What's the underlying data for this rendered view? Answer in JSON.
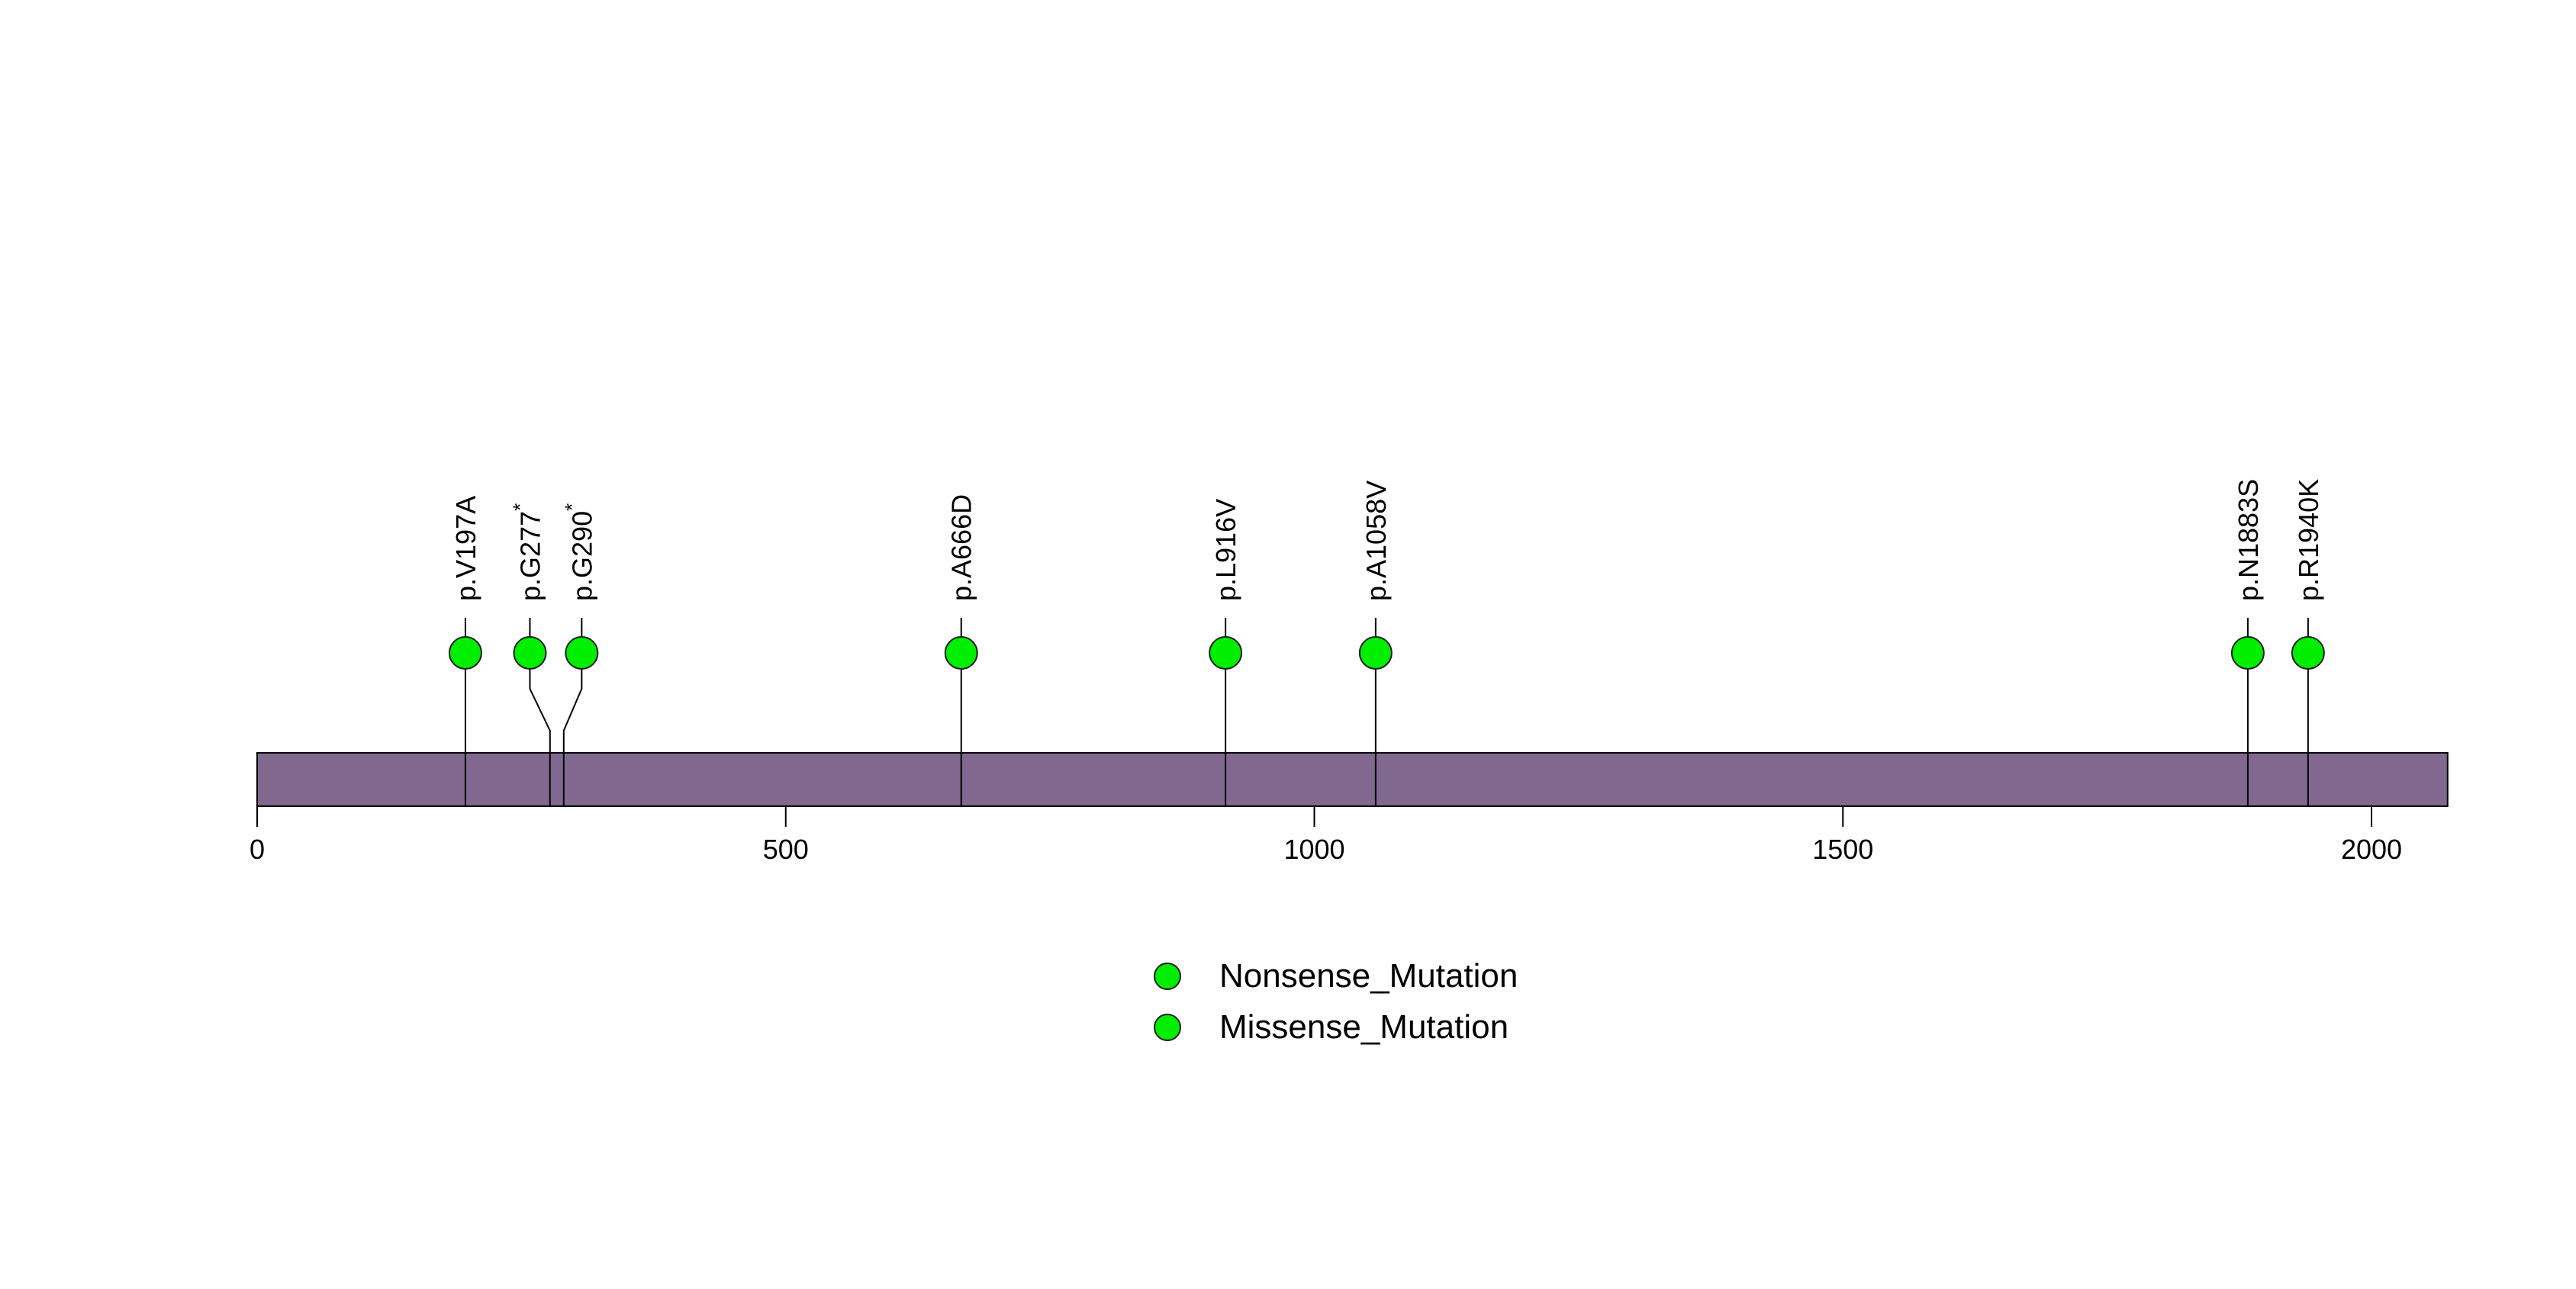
{
  "chart_data": {
    "type": "lollipop",
    "description": "Protein mutation lollipop plot with mutations marked on a protein backbone",
    "axis": {
      "ticks": [
        0,
        500,
        1000,
        1500,
        2000
      ],
      "xlim": [
        0,
        2072
      ],
      "grid": "off"
    },
    "protein_bar": {
      "start": 0,
      "end": 2072,
      "color": "#80688F",
      "border_color": "#000000"
    },
    "marker": {
      "fill_color": "#00EE00",
      "border_color": "#1a1a1a"
    },
    "mutations": [
      {
        "label": "p.V197A",
        "superscript": "",
        "position": 197,
        "display_position": 197,
        "type": "Missense_Mutation"
      },
      {
        "label": "p.G277",
        "superscript": "*",
        "position": 277,
        "display_position": 258,
        "type": "Nonsense_Mutation"
      },
      {
        "label": "p.G290",
        "superscript": "*",
        "position": 290,
        "display_position": 307,
        "type": "Nonsense_Mutation"
      },
      {
        "label": "p.A666D",
        "superscript": "",
        "position": 666,
        "display_position": 666,
        "type": "Missense_Mutation"
      },
      {
        "label": "p.L916V",
        "superscript": "",
        "position": 916,
        "display_position": 916,
        "type": "Missense_Mutation"
      },
      {
        "label": "p.A1058V",
        "superscript": "",
        "position": 1058,
        "display_position": 1058,
        "type": "Missense_Mutation"
      },
      {
        "label": "p.N1883S",
        "superscript": "",
        "position": 1883,
        "display_position": 1883,
        "type": "Missense_Mutation"
      },
      {
        "label": "p.R1940K",
        "superscript": "",
        "position": 1940,
        "display_position": 1940,
        "type": "Missense_Mutation"
      }
    ],
    "legend": {
      "position": "bottom-center",
      "items": [
        {
          "label": "Nonsense_Mutation",
          "color": "#00EE00"
        },
        {
          "label": "Missense_Mutation",
          "color": "#00EE00"
        }
      ]
    }
  }
}
